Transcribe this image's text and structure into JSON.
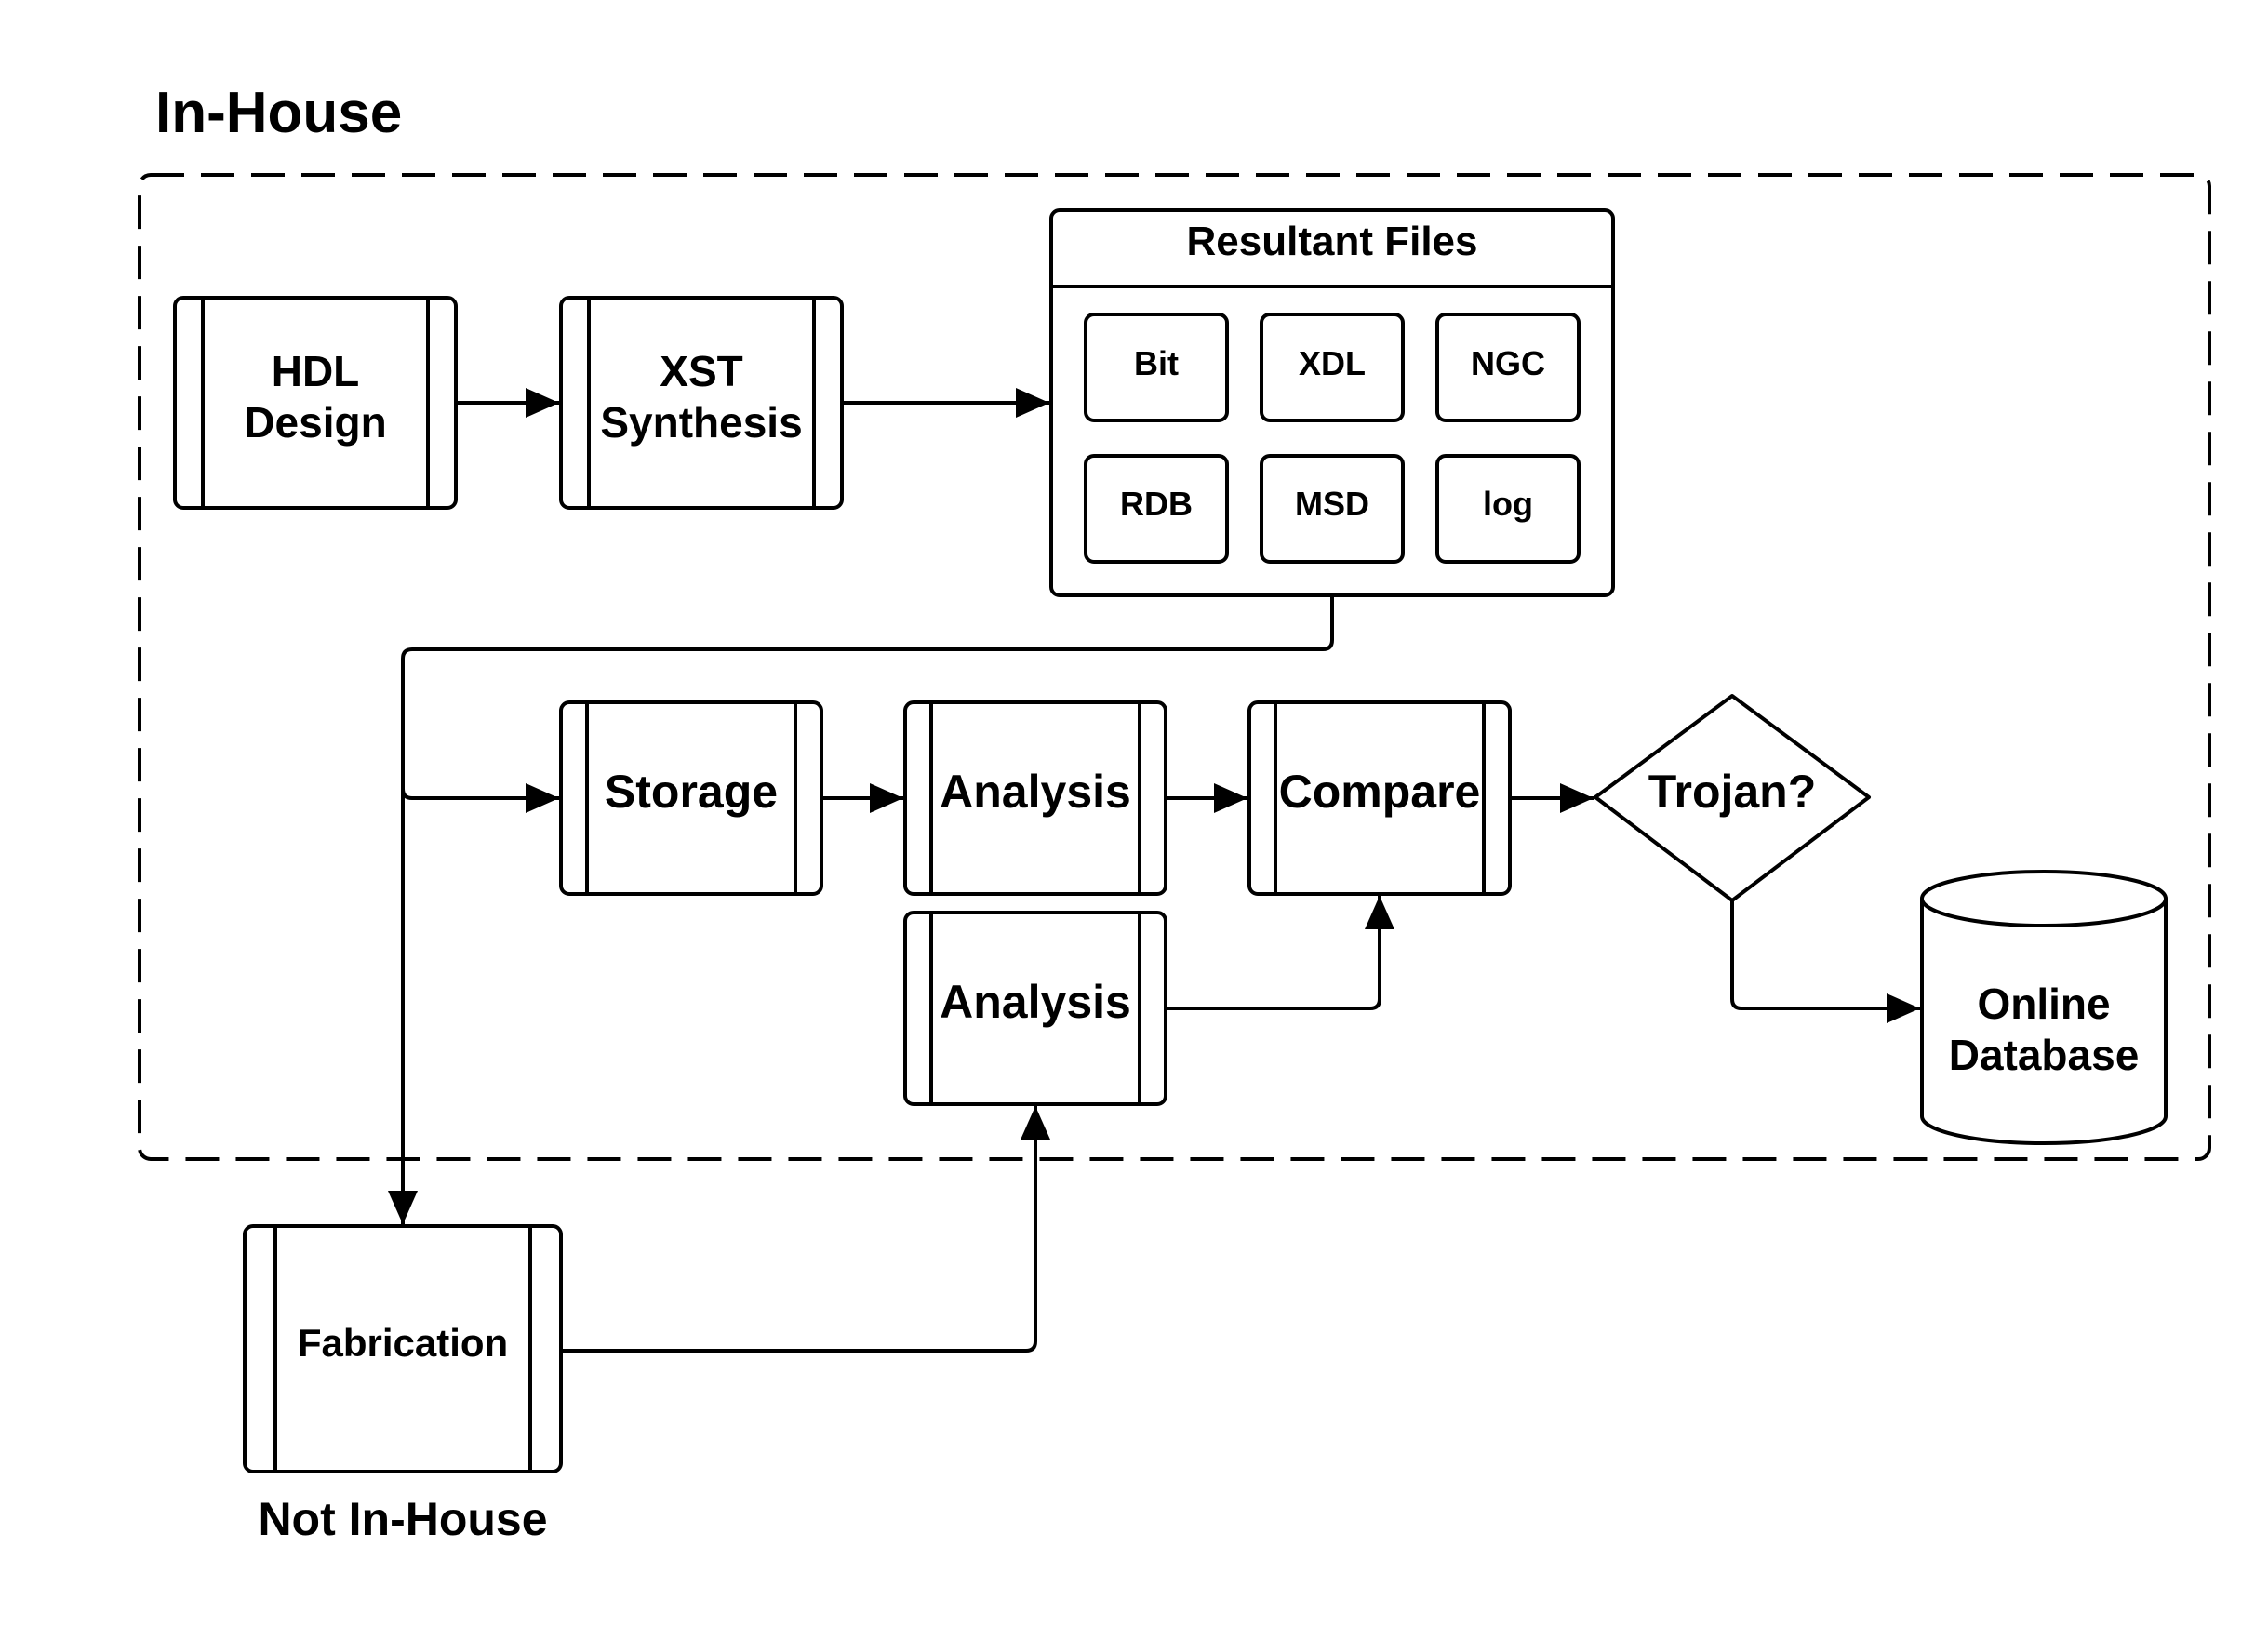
{
  "regions": {
    "in_house_label": "In-House",
    "not_in_house_label": "Not In-House"
  },
  "nodes": {
    "hdl_design": [
      "HDL",
      "Design"
    ],
    "xst_synthesis": [
      "XST",
      "Synthesis"
    ],
    "storage": "Storage",
    "analysis_top": "Analysis",
    "analysis_bottom": "Analysis",
    "compare": "Compare",
    "trojan": "Trojan?",
    "online_database": [
      "Online",
      "Database"
    ],
    "fabrication": "Fabrication"
  },
  "resultant_files": {
    "title": "Resultant Files",
    "files": [
      "Bit",
      "XDL",
      "NGC",
      "RDB",
      "MSD",
      "log"
    ]
  }
}
